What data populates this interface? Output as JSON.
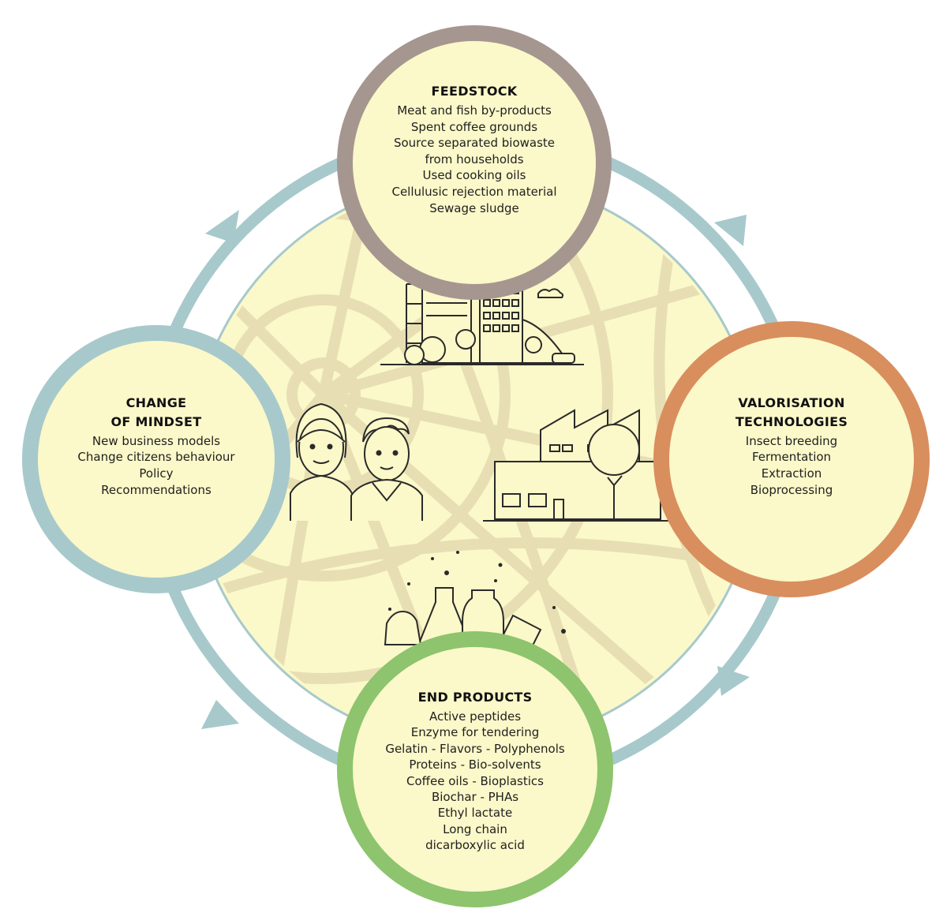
{
  "colors": {
    "background": "#ffffff",
    "city_fill": "#fbf8c9",
    "road_color": "#e7dfb3",
    "cycle_arrows": "#a7c9cc",
    "feedstock_ring": "#a69690",
    "valorisation_ring": "#d98e5e",
    "end_products_ring": "#8dc46d",
    "mindset_ring": "#a7c9cc",
    "line_art": "#2a2a2a"
  },
  "illustrations": [
    "city-buildings-icon",
    "factory-with-tree-icon",
    "citizens-icon",
    "products-and-fly-icon"
  ],
  "nodes": {
    "feedstock": {
      "title": "FEEDSTOCK",
      "items": [
        "Meat and fish by-products",
        "Spent coffee grounds",
        "Source separated biowaste",
        "from households",
        "Used cooking oils",
        "Cellulusic rejection material",
        "Sewage sludge"
      ]
    },
    "valorisation": {
      "title_line1": "VALORISATION",
      "title_line2": "TECHNOLOGIES",
      "items": [
        "Insect breeding",
        "Fermentation",
        "Extraction",
        "Bioprocessing"
      ]
    },
    "end_products": {
      "title": "END PRODUCTS",
      "items": [
        "Active peptides",
        "Enzyme for tendering",
        "Gelatin - Flavors - Polyphenols",
        "Proteins - Bio-solvents",
        "Coffee oils - Bioplastics",
        "Biochar - PHAs",
        "Ethyl lactate",
        "Long chain",
        "dicarboxylic acid"
      ]
    },
    "mindset": {
      "title_line1": "CHANGE",
      "title_line2": "OF MINDSET",
      "items": [
        "New business models",
        "Change citizens behaviour",
        "Policy",
        "Recommendations"
      ]
    }
  }
}
